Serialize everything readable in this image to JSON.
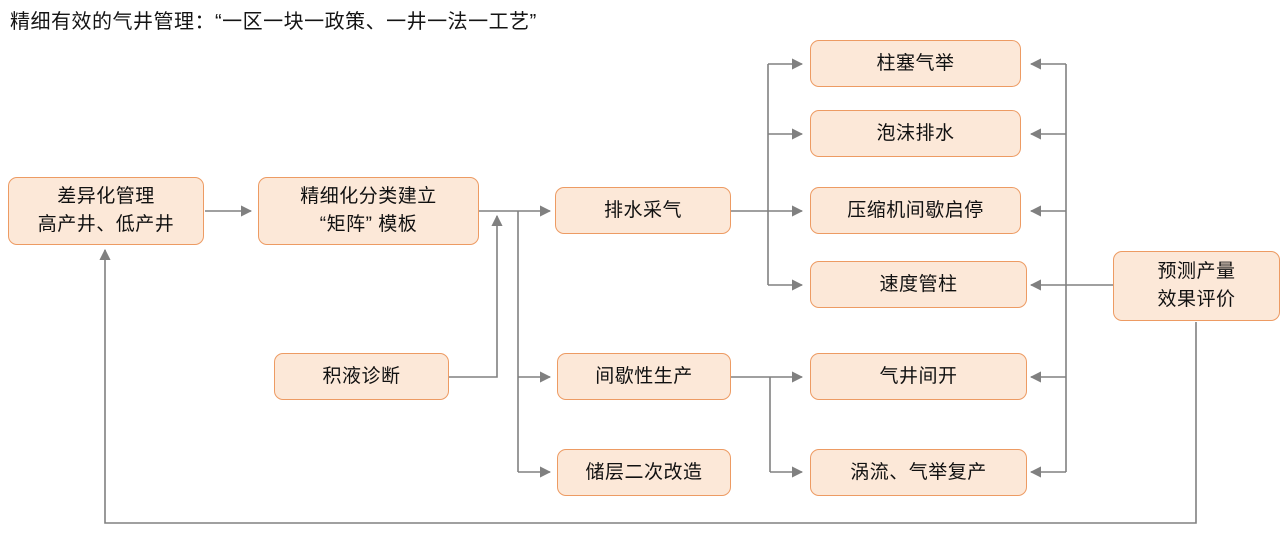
{
  "title": "精细有效的气井管理：“一区一块一政策、一井一法一工艺”",
  "theme": {
    "node_fill": "#fce8d8",
    "node_border": "#ed9b63",
    "connector": "#808080",
    "text": "#111111",
    "background": "#ffffff"
  },
  "nodes": {
    "differentiated_management": {
      "line1": "差异化管理",
      "line2": "高产井、低产井"
    },
    "classification_matrix": {
      "line1": "精细化分类建立",
      "line2": "“矩阵” 模板"
    },
    "liquid_loading_diagnosis": {
      "line1": "积液诊断",
      "line2": ""
    },
    "drainage_gas_recovery": {
      "line1": "排水采气",
      "line2": ""
    },
    "intermittent_production": {
      "line1": "间歇性生产",
      "line2": ""
    },
    "reservoir_restimulation": {
      "line1": "储层二次改造",
      "line2": ""
    },
    "plunger_gas_lift": {
      "line1": "柱塞气举",
      "line2": ""
    },
    "foam_drainage": {
      "line1": "泡沫排水",
      "line2": ""
    },
    "compressor_intermittent": {
      "line1": "压缩机间歇启停",
      "line2": ""
    },
    "velocity_string": {
      "line1": "速度管柱",
      "line2": ""
    },
    "well_intermittent_open": {
      "line1": "气井间开",
      "line2": ""
    },
    "vortex_gaslift_recovery": {
      "line1": "涡流、气举复产",
      "line2": ""
    },
    "production_forecast_evaluation": {
      "line1": "预测产量",
      "line2": "效果评价"
    }
  },
  "edges": [
    {
      "from": "differentiated_management",
      "to": "classification_matrix"
    },
    {
      "from": "classification_matrix",
      "to": "drainage_gas_recovery"
    },
    {
      "from": "classification_matrix",
      "to": "intermittent_production"
    },
    {
      "from": "classification_matrix",
      "to": "reservoir_restimulation"
    },
    {
      "from": "liquid_loading_diagnosis",
      "to": "classification_matrix"
    },
    {
      "from": "drainage_gas_recovery",
      "to": "plunger_gas_lift"
    },
    {
      "from": "drainage_gas_recovery",
      "to": "foam_drainage"
    },
    {
      "from": "drainage_gas_recovery",
      "to": "compressor_intermittent"
    },
    {
      "from": "drainage_gas_recovery",
      "to": "velocity_string"
    },
    {
      "from": "intermittent_production",
      "to": "well_intermittent_open"
    },
    {
      "from": "intermittent_production",
      "to": "vortex_gaslift_recovery"
    },
    {
      "from": "production_forecast_evaluation",
      "to": "plunger_gas_lift"
    },
    {
      "from": "production_forecast_evaluation",
      "to": "foam_drainage"
    },
    {
      "from": "production_forecast_evaluation",
      "to": "compressor_intermittent"
    },
    {
      "from": "production_forecast_evaluation",
      "to": "velocity_string"
    },
    {
      "from": "production_forecast_evaluation",
      "to": "well_intermittent_open"
    },
    {
      "from": "production_forecast_evaluation",
      "to": "vortex_gaslift_recovery"
    },
    {
      "from": "production_forecast_evaluation",
      "to": "differentiated_management"
    }
  ]
}
